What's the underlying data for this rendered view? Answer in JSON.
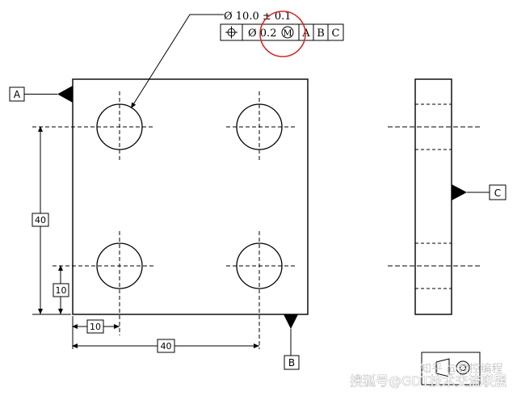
{
  "callout": {
    "size_text": "Ø 10.0 ± 0.1",
    "fcf_symbol_icon": "position-symbol-icon",
    "fcf_tolerance": "Ø 0.2",
    "fcf_modifier": "M",
    "datum_1": "A",
    "datum_2": "B",
    "datum_3": "C"
  },
  "datum_labels": {
    "a": "A",
    "b": "B",
    "c": "C"
  },
  "dimensions": {
    "vertical_total": "40",
    "vertical_offset": "10",
    "horizontal_offset": "10",
    "horizontal_total": "40"
  },
  "highlight_color": "#d42a2a",
  "watermark": {
    "text_1": "知乎 @数控编程",
    "text_2": "搜狐号@GDT技术交流联盟"
  }
}
